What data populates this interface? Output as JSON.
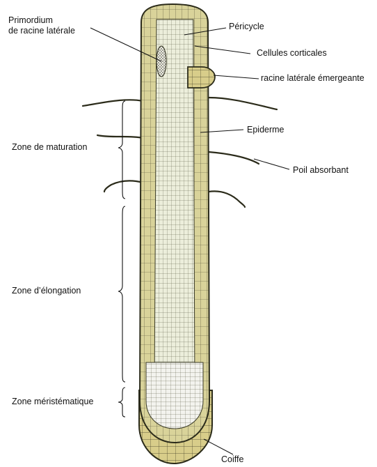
{
  "labels": {
    "primordium_line1": "Primordium",
    "primordium_line2": "de racine latérale",
    "pericycle": "Péricycle",
    "cortical": "Cellules corticales",
    "emerging": "racine latérale émergeante",
    "epiderme": "Epiderme",
    "poil": "Poil absorbant",
    "maturation": "Zone de maturation",
    "elongation": "Zone d’élongation",
    "meristem": "Zone méristématique",
    "coiffe": "Coiffe"
  },
  "colors": {
    "outer_tissue": "#d9d39a",
    "inner_tissue": "#eef0dc",
    "meristem_cells": "#f3f3ee",
    "cap_tissue": "#d8cd8a",
    "outline": "#2b2b1a"
  }
}
